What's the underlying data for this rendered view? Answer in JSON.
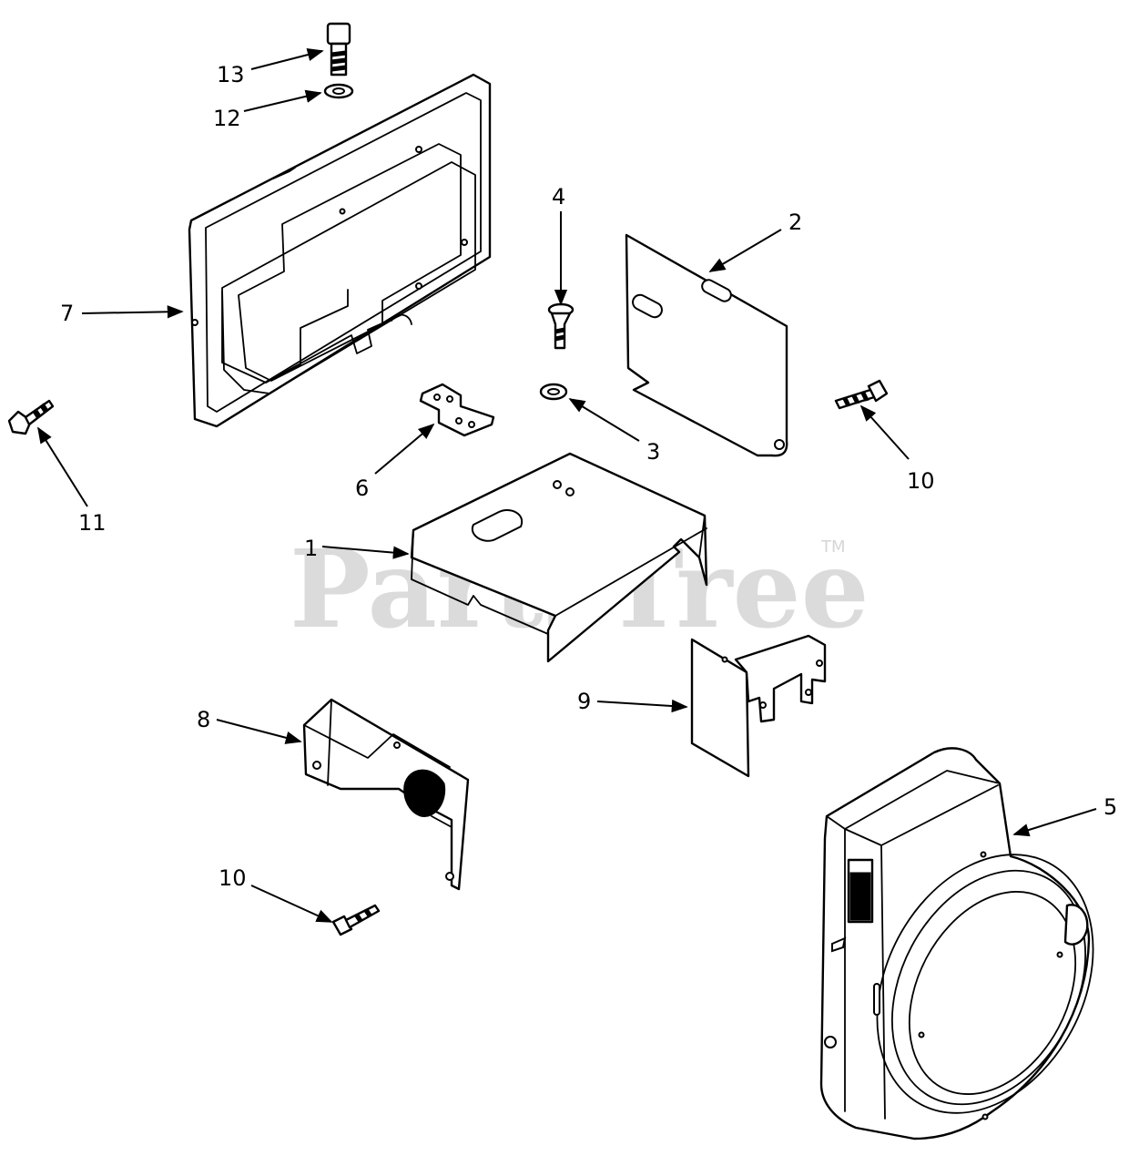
{
  "watermark": {
    "text": "PartsTree",
    "trademark": "TM"
  },
  "callouts": {
    "c1": "1",
    "c2": "2",
    "c3": "3",
    "c4": "4",
    "c5": "5",
    "c6": "6",
    "c7": "7",
    "c8": "8",
    "c9": "9",
    "c10a": "10",
    "c10b": "10",
    "c11": "11",
    "c12": "12",
    "c13": "13"
  },
  "colors": {
    "line": "#000000",
    "background": "#ffffff",
    "watermark": "#cfcfcf"
  }
}
